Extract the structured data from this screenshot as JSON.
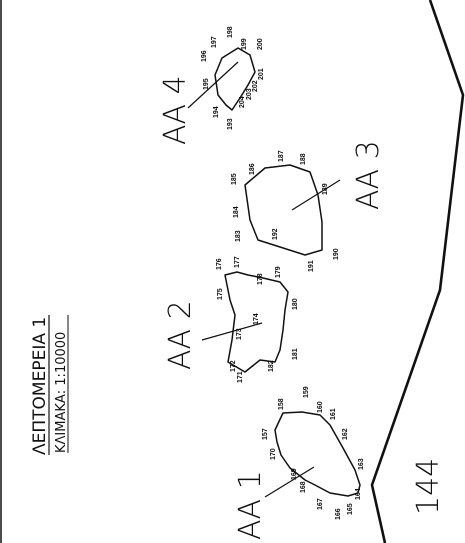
{
  "sheet": {
    "title": "ΛΕΠΤΟΜΕΡΕΙΑ 1",
    "scale": "ΚΛΙΜΑΚΑ: 1:10000"
  },
  "areas": [
    {
      "name": "ΑΑ 1"
    },
    {
      "name": "ΑΑ 2"
    },
    {
      "name": "ΑΑ 3"
    },
    {
      "name": "ΑΑ 4"
    }
  ],
  "parcel": {
    "number": "144"
  },
  "points": {
    "p157": "157",
    "p158": "158",
    "p159": "159",
    "p160": "160",
    "p161": "161",
    "p162": "162",
    "p163": "163",
    "p164": "164",
    "p165": "165",
    "p166": "166",
    "p167": "167",
    "p168": "168",
    "p169": "169",
    "p170": "170",
    "p171": "171",
    "p172": "172",
    "p173": "173",
    "p174": "174",
    "p175": "175",
    "p176": "176",
    "p177": "177",
    "p178": "178",
    "p179": "179",
    "p180": "180",
    "p181": "181",
    "p182": "182",
    "p183": "183",
    "p184": "184",
    "p185": "185",
    "p186": "186",
    "p187": "187",
    "p188": "188",
    "p189": "189",
    "p190": "190",
    "p191": "191",
    "p192": "192",
    "p193": "193",
    "p194": "194",
    "p195": "195",
    "p196": "196",
    "p197": "197",
    "p198": "198",
    "p199": "199",
    "p200": "200",
    "p201": "201",
    "p202": "202",
    "p203": "203",
    "p204": "204"
  }
}
